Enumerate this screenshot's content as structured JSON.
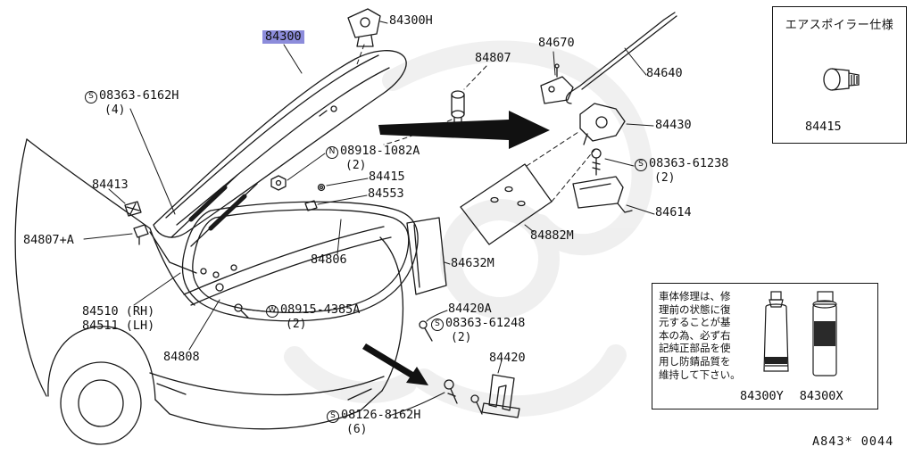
{
  "colors": {
    "highlight": "#8c8cdb",
    "line": "#1a1a1a"
  },
  "labels": [
    {
      "text": "84300"
    },
    {
      "text": "84300H"
    },
    {
      "text": "84807"
    },
    {
      "text": "84670"
    },
    {
      "text": "84640"
    },
    {
      "text": "84430"
    },
    {
      "prefix": "S",
      "text": "08363-6162H",
      "qty": "(4)"
    },
    {
      "prefix": "N",
      "text": "08918-1082A",
      "qty": "(2)"
    },
    {
      "text": "84415"
    },
    {
      "text": "84553"
    },
    {
      "text": "84413"
    },
    {
      "prefix": "S",
      "text": "08363-61238",
      "qty": "(2)"
    },
    {
      "text": "84614"
    },
    {
      "text": "84807+A"
    },
    {
      "text": "84806"
    },
    {
      "text": "84632M"
    },
    {
      "text": "84882M"
    },
    {
      "text": "84510 (RH)"
    },
    {
      "text": "84511 (LH)"
    },
    {
      "prefix": "W",
      "text": "08915-4385A",
      "qty": "(2)"
    },
    {
      "text": "84420A"
    },
    {
      "prefix": "S",
      "text": "08363-61248",
      "qty": "(2)"
    },
    {
      "text": "84808"
    },
    {
      "text": "84420"
    },
    {
      "prefix": "S",
      "text": "08126-8162H",
      "qty": "(6)"
    },
    {
      "text": "A843* 0044"
    }
  ],
  "spoiler_box": {
    "title": "エアスポイラー仕様",
    "part": "84415"
  },
  "repair_box": {
    "text": "車体修理は、修\n理前の状態に復\n元することが基\n本の為、必ず右\n記純正部品を使\n用し防錆品質を\n維持して下さい。",
    "part_left": "84300Y",
    "part_right": "84300X"
  }
}
